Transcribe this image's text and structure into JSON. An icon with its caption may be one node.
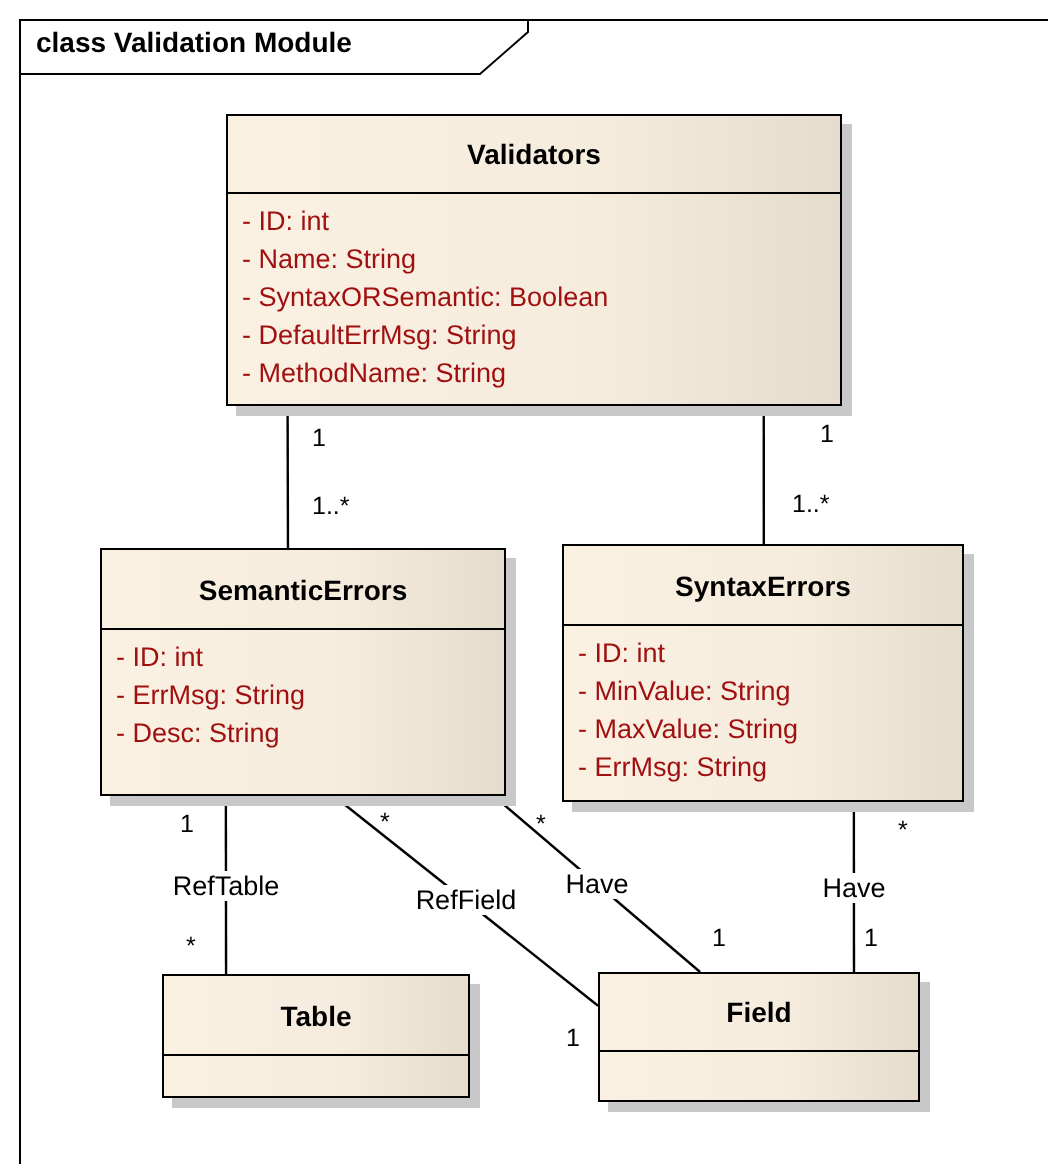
{
  "diagram": {
    "title": "class Validation Module",
    "nodes": [
      {
        "text": [
          "Validators",
          "- ID: int",
          "- Name: String",
          "- SyntaxORSemantic: Boolean",
          "- DefaultErrMsg: String",
          "- MethodName: String"
        ]
      },
      {
        "text": [
          "SemanticErrors",
          "- ID: int",
          "- ErrMsg: String",
          "- Desc: String"
        ]
      },
      {
        "text": [
          "SyntaxErrors",
          "- ID: int",
          "- MinValue: String",
          "- MaxValue: String",
          "- ErrMsg: String"
        ]
      },
      {
        "text": [
          "Table"
        ]
      },
      {
        "text": [
          "Field"
        ]
      }
    ],
    "edges": [
      {
        "from": 0,
        "to": 1,
        "arrow": "none"
      },
      {
        "from": 0,
        "to": 2,
        "arrow": "none"
      },
      {
        "from": 1,
        "to": 3,
        "arrow": "none",
        "label": "RefTable"
      },
      {
        "from": 1,
        "to": 4,
        "arrow": "none",
        "label": "RefField"
      },
      {
        "from": 1,
        "to": 4,
        "arrow": "none",
        "label": "Have"
      },
      {
        "from": 2,
        "to": 4,
        "arrow": "none",
        "label": "Have"
      }
    ],
    "labels": [
      "1",
      "1",
      "1..*",
      "1..*",
      "1",
      "*",
      "*",
      "*",
      "1",
      "1",
      "*",
      "1"
    ]
  }
}
